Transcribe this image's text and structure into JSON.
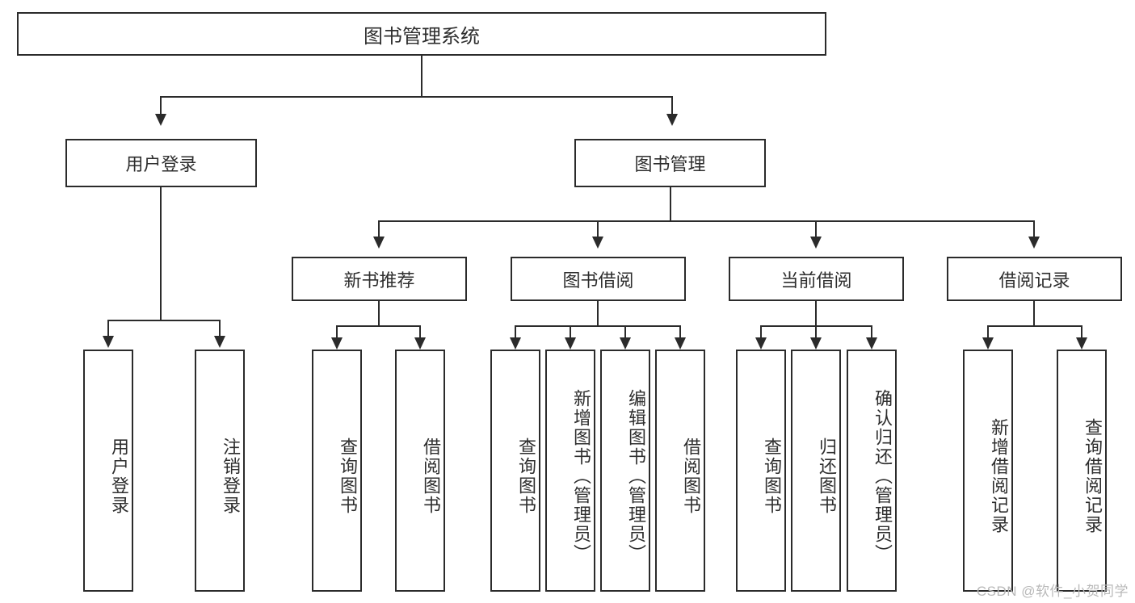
{
  "diagram": {
    "type": "tree-hierarchy-chart",
    "title": "图书管理系统",
    "watermark": "CSDN @软件_小贺同学",
    "levels": {
      "root": {
        "id": "root",
        "label": "图书管理系统"
      },
      "level2": [
        {
          "id": "user-login",
          "label": "用户登录"
        },
        {
          "id": "book-management",
          "label": "图书管理"
        }
      ],
      "level3": [
        {
          "id": "new-book-recommend",
          "label": "新书推荐",
          "parent": "book-management"
        },
        {
          "id": "book-borrow",
          "label": "图书借阅",
          "parent": "book-management"
        },
        {
          "id": "current-borrow",
          "label": "当前借阅",
          "parent": "book-management"
        },
        {
          "id": "borrow-record",
          "label": "借阅记录",
          "parent": "book-management"
        }
      ],
      "leaves": [
        {
          "id": "leaf-user-login",
          "label": "用户登录",
          "parent": "user-login"
        },
        {
          "id": "leaf-logout-login",
          "label": "注销登录",
          "parent": "user-login"
        },
        {
          "id": "leaf-query-book-1",
          "label": "查询图书",
          "parent": "new-book-recommend"
        },
        {
          "id": "leaf-borrow-book-1",
          "label": "借阅图书",
          "parent": "new-book-recommend"
        },
        {
          "id": "leaf-query-book-2",
          "label": "查询图书",
          "parent": "book-borrow"
        },
        {
          "id": "leaf-add-book",
          "label": "新增图书（管理员）",
          "parent": "book-borrow"
        },
        {
          "id": "leaf-edit-book",
          "label": "编辑图书（管理员）",
          "parent": "book-borrow"
        },
        {
          "id": "leaf-borrow-book-2",
          "label": "借阅图书",
          "parent": "book-borrow"
        },
        {
          "id": "leaf-query-book-3",
          "label": "查询图书",
          "parent": "current-borrow"
        },
        {
          "id": "leaf-return-book",
          "label": "归还图书",
          "parent": "current-borrow"
        },
        {
          "id": "leaf-confirm-return",
          "label": "确认归还（管理员）",
          "parent": "current-borrow"
        },
        {
          "id": "leaf-add-record",
          "label": "新增借阅记录",
          "parent": "borrow-record"
        },
        {
          "id": "leaf-query-record",
          "label": "查询借阅记录",
          "parent": "borrow-record"
        }
      ]
    },
    "colors": {
      "stroke": "#2b2b2b",
      "text": "#2e2e2e",
      "background": "#ffffff",
      "watermark": "#b9b9b9"
    }
  }
}
